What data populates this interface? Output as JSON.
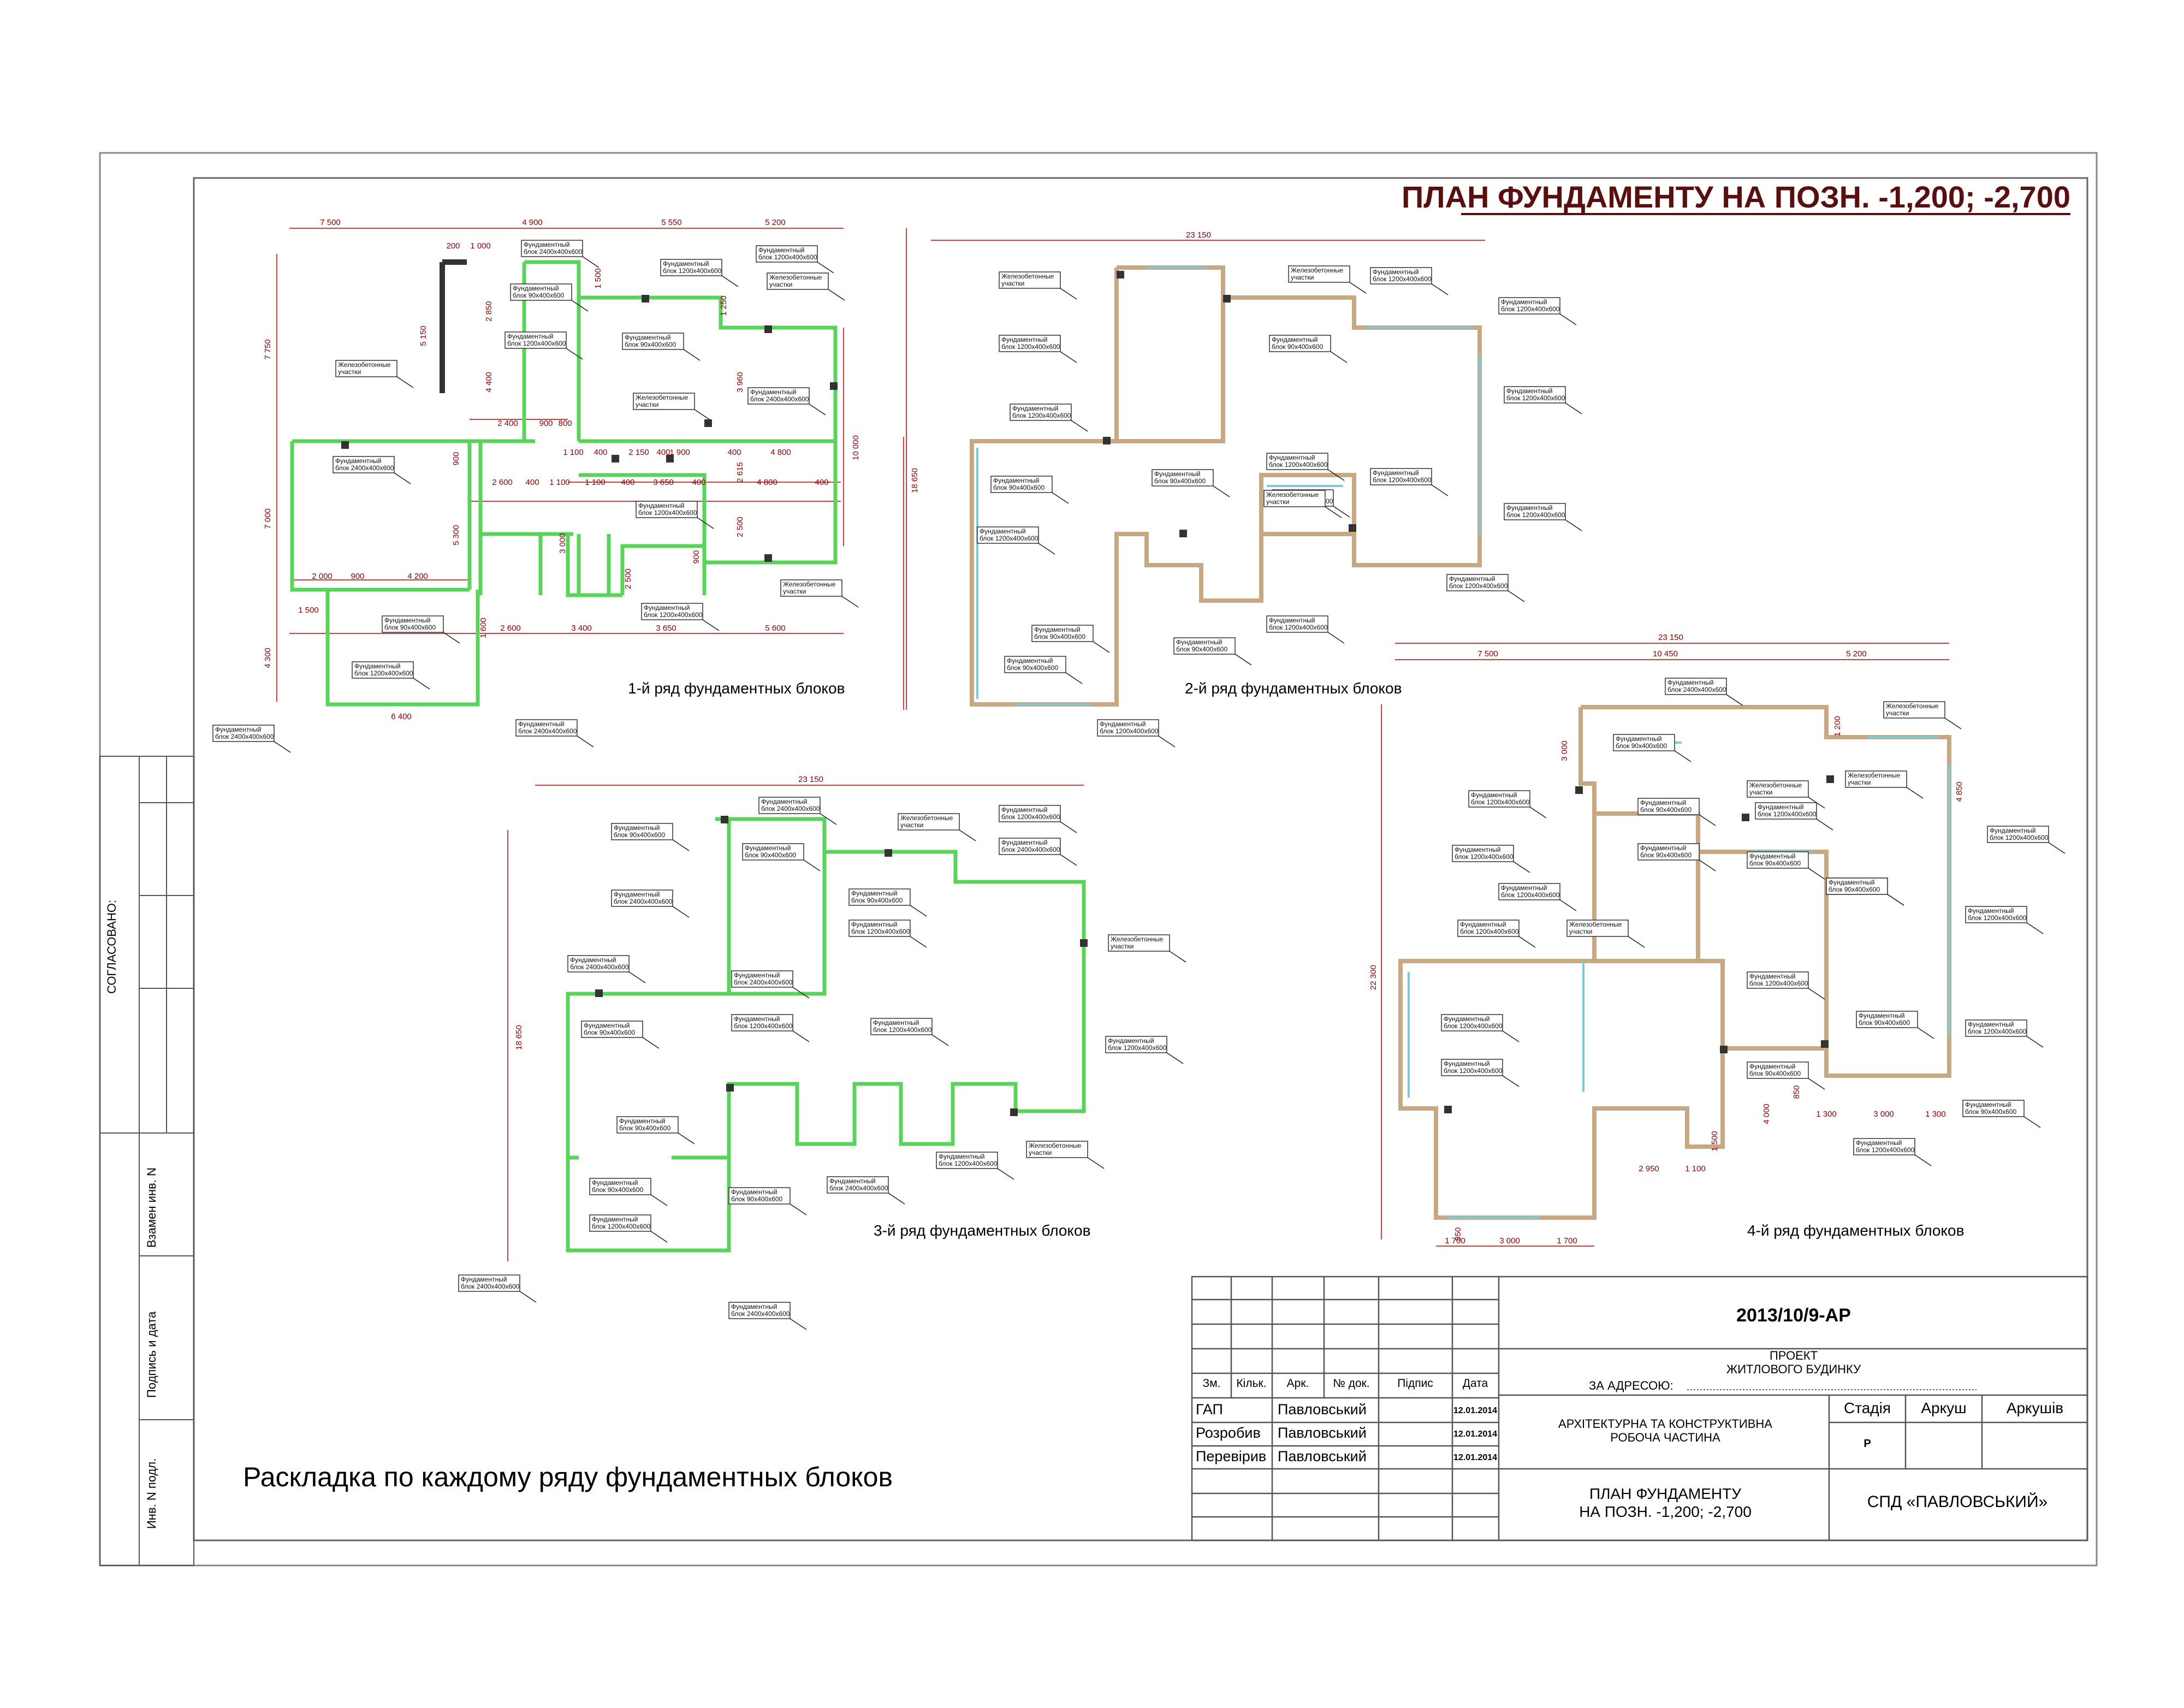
{
  "sheet_title": "ПЛАН ФУНДАМЕНТУ НА  ПОЗН. -1,200; -2,700",
  "main_caption": "Раскладка по каждому ряду фундаментных блоков",
  "side_labels": {
    "agreed": "СОГЛАСОВАНО:",
    "replaced": "Взамен инв. N",
    "sign_date": "Подпись и дата",
    "inv_no": "Инв. N подл."
  },
  "plans": [
    {
      "caption": "1-й ряд фундаментных блоков",
      "dims": [
        "7 500",
        "4 900",
        "5 550",
        "5 200",
        "200",
        "1 000",
        "7 750",
        "5 150",
        "2 850",
        "4 400",
        "1 500",
        "1 250",
        "10 000",
        "3 960",
        "2 615",
        "2 400",
        "900",
        "800",
        "1 100",
        "400",
        "2 150",
        "400",
        "1 900",
        "400",
        "4 800",
        "7 000",
        "5 300",
        "900",
        "2 600",
        "400",
        "1 100",
        "1 100",
        "400",
        "3 650",
        "400",
        "4 800",
        "400",
        "3 000",
        "2 500",
        "2 500",
        "900",
        "2 000",
        "900",
        "4 200",
        "1 500",
        "4 300",
        "1 600",
        "2 600",
        "3 400",
        "3 650",
        "5 600",
        "6 400"
      ],
      "labels": [
        "Фундаментный блок 2400х400х600",
        "Фундаментный блок 90х400х600",
        "Фундаментный блок 1200х400х600",
        "Железобетонные участки",
        "Фундаментный блок 1200х400х600",
        "Фундаментный блок 90х400х600",
        "Фундаментный блок 1200х400х600",
        "Железобетонные участки",
        "Железобетонные участки",
        "Фундаментный блок 2400х400х600",
        "Фундаментный блок 1200х400х600",
        "Фундаментный блок 1200х400х600",
        "Железобетонные участки",
        "Фундаментный блок 2400х400х600",
        "Фундаментный блок 90х400х600",
        "Фундаментный блок 1200х400х600",
        "Фундаментный блок 2400х400х600",
        "Фундаментный блок 2400х400х600"
      ]
    },
    {
      "caption": "2-й ряд фундаментных блоков",
      "dims": [
        "23 150",
        "18 650"
      ],
      "labels": [
        "Железобетонные участки",
        "Железобетонные участки",
        "Фундаментный блок 1200х400х600",
        "Фундаментный блок 1200х400х600",
        "Фундаментный блок 1200х400х600",
        "Фундаментный блок 90х400х600",
        "Фундаментный блок 1200х400х600",
        "Фундаментный блок 1200х400х600",
        "Фундаментный блок 1200х400х600",
        "Фундаментный блок 90х400х600",
        "Фундаментный блок 90х400х600",
        "Фундаментный блок 1200х400х600",
        "Фундаментный блок 1200х400х600",
        "Железобетонные участки",
        "Фундаментный блок 1200х400х600",
        "Фундаментный блок 1200х400х600",
        "Фундаментный блок 1200х400х600",
        "Фундаментный блок 90х400х600",
        "Фундаментный блок 90х400х600",
        "Фундаментный блок 90х400х600",
        "Фундаментный блок 1200х400х600",
        "Фундаментный блок 1200х400х600"
      ]
    },
    {
      "caption": "3-й ряд фундаментных блоков",
      "dims": [
        "23 150",
        "18 650"
      ],
      "labels": [
        "Фундаментный блок 2400х400х600",
        "Фундаментный блок 90х400х600",
        "Фундаментный блок 90х400х600",
        "Железобетонные участки",
        "Фундаментный блок 1200х400х600",
        "Фундаментный блок 2400х400х600",
        "Фундаментный блок 90х400х600",
        "Фундаментный блок 1200х400х600",
        "Фундаментный блок 2400х400х600",
        "Железобетонные участки",
        "Фундаментный блок 2400х400х600",
        "Фундаментный блок 1200х400х600",
        "Фундаментный блок 2400х400х600",
        "Фундаментный блок 90х400х600",
        "Фундаментный блок 1200х400х600",
        "Фундаментный блок 1200х400х600",
        "Фундаментный блок 90х400х600",
        "Фундаментный блок 90х400х600",
        "Фундаментный блок 1200х400х600",
        "Железобетонные участки",
        "Фундаментный блок 1200х400х600",
        "Фундаментный блок 90х400х600",
        "Фундаментный блок 2400х400х600",
        "Фундаментный блок 2400х400х600",
        "Фундаментный блок 2400х400х600"
      ]
    },
    {
      "caption": "4-й ряд фундаментных блоков",
      "dims": [
        "23 150",
        "7 500",
        "10 450",
        "5 200",
        "3 000",
        "1 200",
        "4 850",
        "22 300",
        "4 000",
        "1 500",
        "2 950",
        "1 100",
        "1 300",
        "3 000",
        "1 300",
        "850",
        "1 700",
        "3 000",
        "1 700",
        "850"
      ],
      "labels": [
        "Фундаментный блок 2400х400х600",
        "Железобетонные участки",
        "Фундаментный блок 90х400х600",
        "Железобетонные участки",
        "Фундаментный блок 1200х400х600",
        "Фундаментный блок 90х400х600",
        "Железобетонные участки",
        "Фундаментный блок 1200х400х600",
        "Фундаментный блок 90х400х600",
        "Фундаментный блок 90х400х600",
        "Фундаментный блок 90х400х600",
        "Фундаментный блок 1200х400х600",
        "Фундаментный блок 1200х400х600",
        "Фундаментный блок 1200х400х600",
        "Фундаментный блок 90х400х600",
        "Фундаментный блок 1200х400х600",
        "Фундаментный блок 1200х400х600",
        "Железобетонные участки",
        "Фундаментный блок 1200х400х600",
        "Фундаментный блок 90х400х600",
        "Фундаментный блок 1200х400х600",
        "Фундаментный блок 1200х400х600",
        "Фундаментный блок 1200х400х600",
        "Фундаментный блок 90х400х600",
        "Фундаментный блок 90х400х600",
        "Фундаментный блок 1200х400х600"
      ]
    }
  ],
  "title_block": {
    "doc_code": "2013/10/9-АР",
    "project_line1": "ПРОЕКТ",
    "project_line2": "ЖИТЛОВОГО БУДИНКУ",
    "address_label": "ЗА АДРЕСОЮ:",
    "headers": [
      "Зм.",
      "Кільк.",
      "Арк.",
      "№ док.",
      "Підпис",
      "Дата"
    ],
    "rows": [
      {
        "role": "ГАП",
        "name": "Павловський",
        "date": "12.01.2014"
      },
      {
        "role": "Розробив",
        "name": "Павловський",
        "date": "12.01.2014"
      },
      {
        "role": "Перевірив",
        "name": "Павловський",
        "date": "12.01.2014"
      }
    ],
    "section_line1": "АРХІТЕКТУРНА ТА КОНСТРУКТИВНА",
    "section_line2": "РОБОЧА ЧАСТИНА",
    "stage_header": "Стадія",
    "sheet_header": "Аркуш",
    "sheets_header": "Аркушів",
    "stage_value": "Р",
    "drawing_line1": "ПЛАН ФУНДАМЕНТУ",
    "drawing_line2": "НА  ПОЗН. -1,200;  -2,700",
    "company": "СПД  «ПАВЛОВСЬКИЙ»"
  },
  "colors": {
    "wall_green": "#5ad35a",
    "wall_tan": "#c8a882",
    "wall_cyan": "#7ec8d8",
    "dim_red": "#c00000",
    "rc_block": "#333333"
  }
}
